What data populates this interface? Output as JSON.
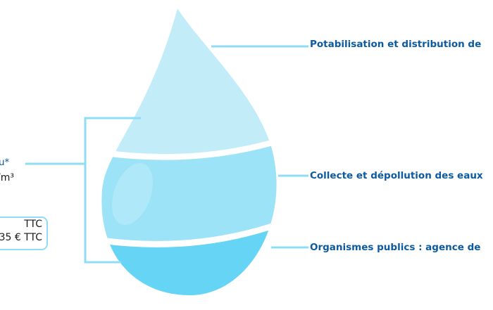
{
  "left": {
    "title_fragment": "u*",
    "unit_fragment": "/m³",
    "box_lines": [
      "TTC",
      "35 € TTC"
    ]
  },
  "labels": [
    "Potabilisation et distribution de",
    "Collecte et dépollution des eaux",
    "Organismes publics : agence de"
  ],
  "colors": {
    "top": "#c3ecf9",
    "middle": "#9de3f7",
    "bottom": "#66d4f4",
    "line": "#8fdcf5",
    "label": "#0c5aa0"
  }
}
